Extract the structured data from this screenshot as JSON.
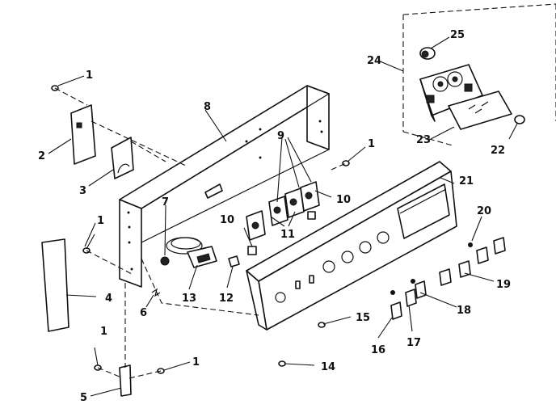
{
  "callouts": [
    "1",
    "2",
    "3",
    "4",
    "5",
    "6",
    "7",
    "8",
    "9",
    "10",
    "11",
    "12",
    "13",
    "14",
    "15",
    "16",
    "17",
    "18",
    "19",
    "20",
    "21",
    "22",
    "23",
    "24",
    "25"
  ],
  "extra_callouts": {
    "screw_1b": "1",
    "screw_1c": "1",
    "screw_1d": "1",
    "screw_1e": "1",
    "socket_10b": "10"
  }
}
